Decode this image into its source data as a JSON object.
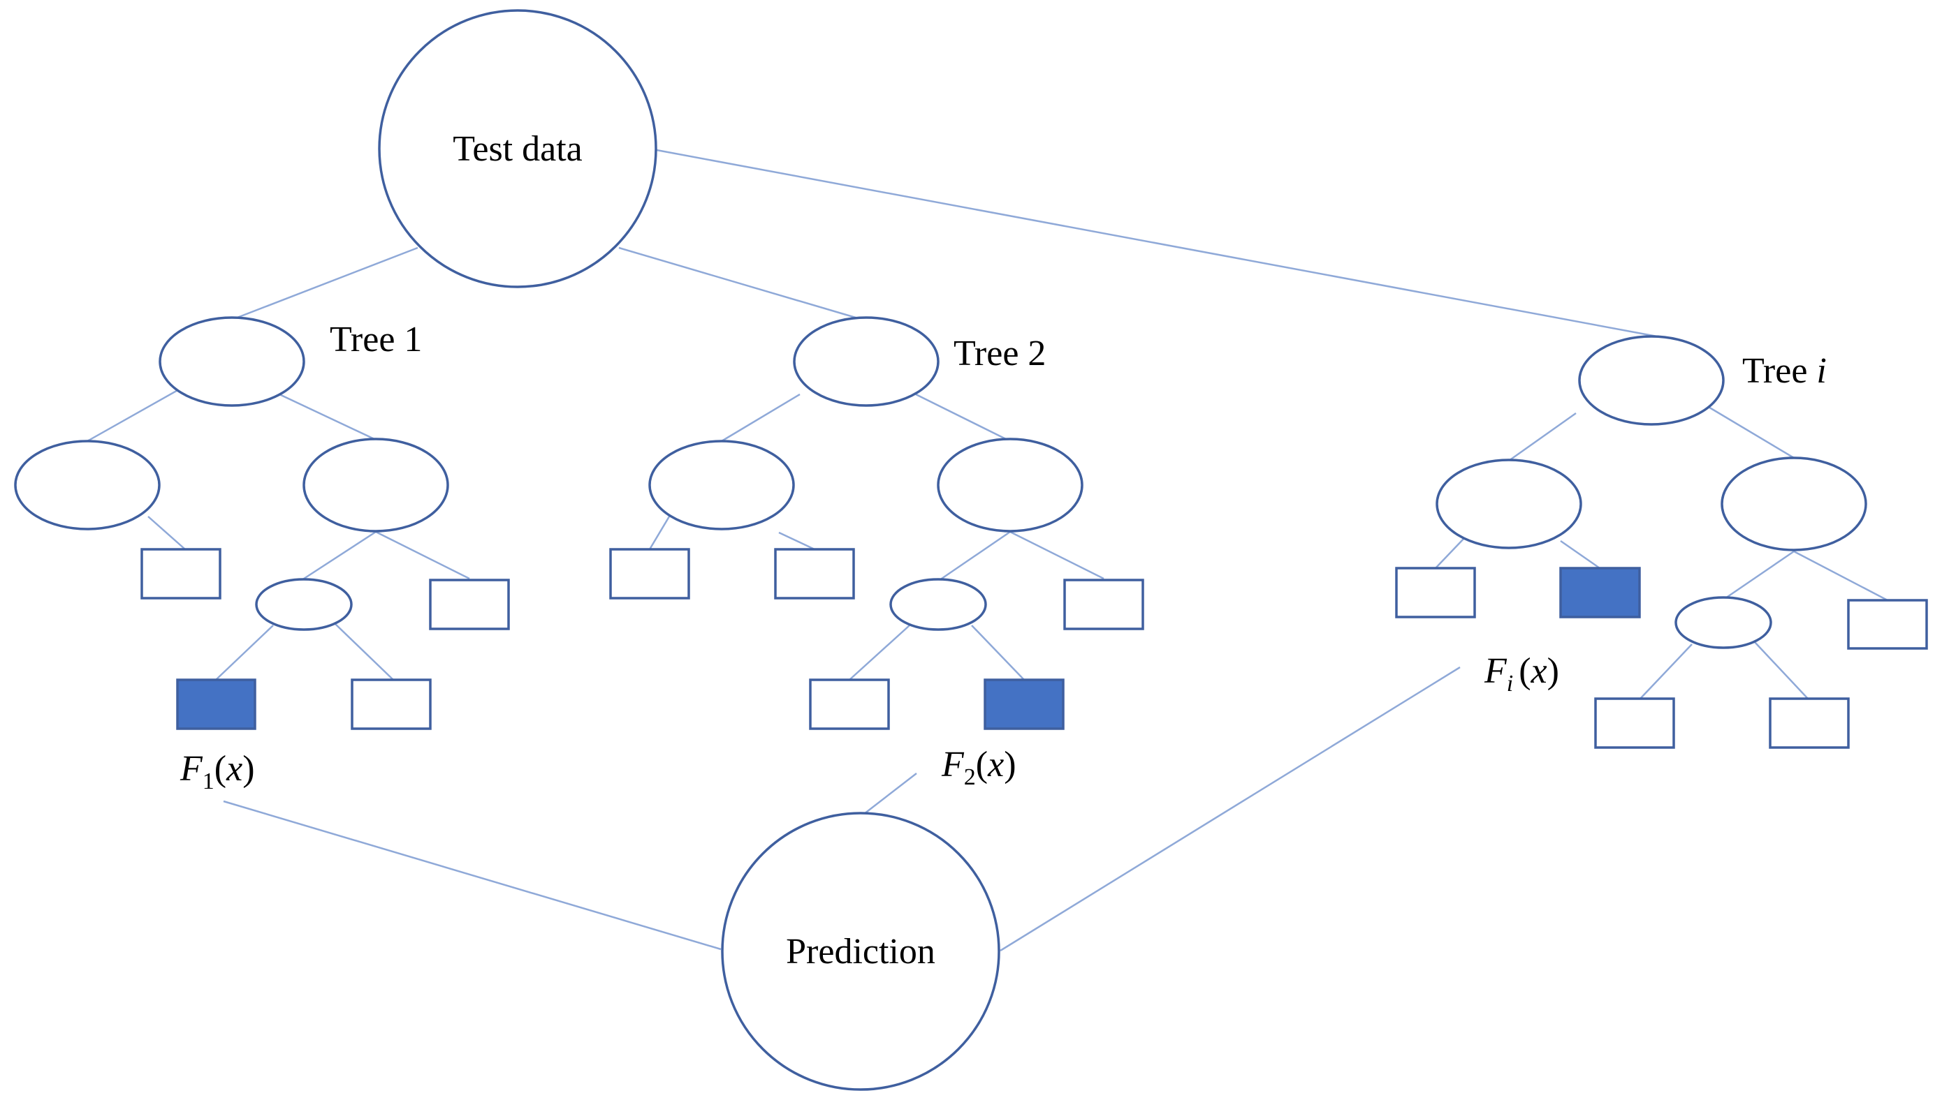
{
  "root": {
    "label": "Test data"
  },
  "output": {
    "label": "Prediction"
  },
  "trees": [
    {
      "label": "Tree 1",
      "output": {
        "func": "F",
        "sub": "1",
        "arg": "x"
      }
    },
    {
      "label": "Tree 2",
      "output": {
        "func": "F",
        "sub": "2",
        "arg": "x"
      }
    },
    {
      "label_prefix": "Tree ",
      "label_var": "i",
      "output": {
        "func": "F",
        "sub": "i",
        "arg": "x"
      }
    }
  ],
  "colors": {
    "line": "#8fa9d8",
    "outline": "#3f5f9f",
    "selected_leaf": "#4472c4"
  }
}
